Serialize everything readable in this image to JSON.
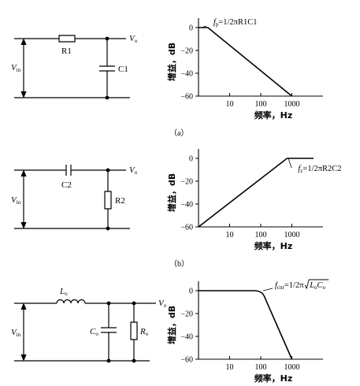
{
  "captions": {
    "a": "（a）",
    "b": "（b）"
  },
  "circuits": [
    {
      "id": "a",
      "input_label_main": "V",
      "input_label_sub": "in",
      "output_label_main": "V",
      "output_label_sub": "o",
      "series_label": "R1",
      "shunt_labels": [
        "C1"
      ]
    },
    {
      "id": "b",
      "input_label_main": "V",
      "input_label_sub": "in",
      "output_label_main": "V",
      "output_label_sub": "o",
      "series_label": "C2",
      "shunt_labels": [
        "R2"
      ]
    },
    {
      "id": "c",
      "input_label_main": "V",
      "input_label_sub": "in",
      "output_label_main": "V",
      "output_label_sub": "o",
      "series_label_main": "L",
      "series_label_sub": "o",
      "shunt_labels_main": [
        "C",
        "R"
      ],
      "shunt_labels_sub": [
        "o",
        "o"
      ]
    }
  ],
  "chart_data": [
    {
      "type": "line",
      "ylabel": "增益，dB",
      "xlabel": "频率，Hz",
      "x_scale": "log",
      "x_ticks": [
        "10",
        "100",
        "1000"
      ],
      "y_ticks": [
        "0",
        "−20",
        "−40",
        "−60"
      ],
      "ylim": [
        -60,
        0
      ],
      "xlim": [
        1,
        10000
      ],
      "series": [
        {
          "x": [
            1,
            2,
            1000
          ],
          "y": [
            0,
            0,
            -60
          ]
        }
      ],
      "annotation": {
        "prefix": "f",
        "sub": "p",
        "text": "=1/2πR1C1",
        "x": 2,
        "y": 0
      }
    },
    {
      "type": "line",
      "ylabel": "增益，dB",
      "xlabel": "频率，Hz",
      "x_scale": "log",
      "x_ticks": [
        "10",
        "100",
        "1000"
      ],
      "y_ticks": [
        "0",
        "−20",
        "−40",
        "−60"
      ],
      "ylim": [
        -60,
        0
      ],
      "xlim": [
        1,
        10000
      ],
      "series": [
        {
          "x": [
            1,
            700,
            5000
          ],
          "y": [
            -60,
            0,
            0
          ]
        }
      ],
      "annotation": {
        "prefix": "f",
        "sub": "z",
        "text": "=1/2πR2C2",
        "x": 700,
        "y": 0
      }
    },
    {
      "type": "line",
      "ylabel": "增益，dB",
      "xlabel": "频率，Hz",
      "x_scale": "log",
      "x_ticks": [
        "10",
        "100",
        "1000"
      ],
      "y_ticks": [
        "0",
        "−20",
        "−40",
        "−60"
      ],
      "ylim": [
        -60,
        0
      ],
      "xlim": [
        1,
        10000
      ],
      "series": [
        {
          "x": [
            1,
            60,
            100,
            130,
            1000
          ],
          "y": [
            0,
            0,
            -1,
            -5,
            -60
          ]
        }
      ],
      "annotation": {
        "prefix": "f",
        "sub": "cnr",
        "text": "=1/2π",
        "radical_main": [
          "L",
          "C"
        ],
        "radical_sub": [
          "o",
          "o"
        ],
        "x": 100,
        "y": 0
      }
    }
  ]
}
